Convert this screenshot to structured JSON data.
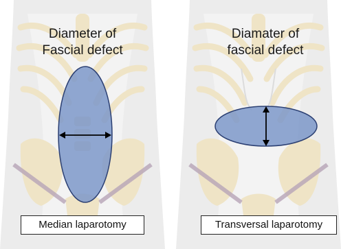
{
  "panels": [
    {
      "heading_line1": "Diameter of",
      "heading_line2": "Fascial defect",
      "caption": "Median laparotomy"
    },
    {
      "heading_line1": "Diamater of",
      "heading_line2": "fascial defect",
      "caption": "Transversal laparotomy"
    }
  ],
  "colors": {
    "defect_fill": "#7d98c9",
    "defect_stroke": "#2b3f72",
    "bone": "#efe4c6",
    "skin": "#e9e9e9",
    "muscle": "#b7a4b7"
  }
}
